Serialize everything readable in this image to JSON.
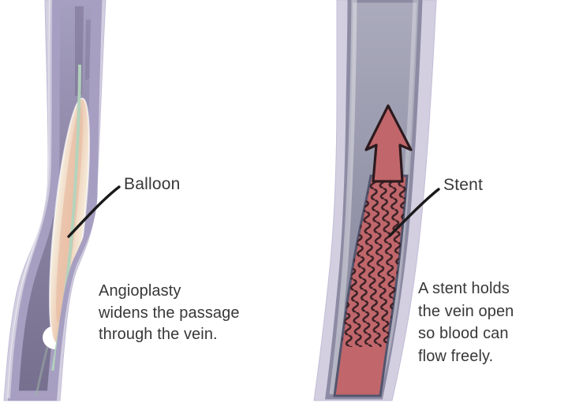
{
  "colors": {
    "background": "#ffffff",
    "vein_outer": "#d3cfe1",
    "vein_wall": "#a79fc1",
    "vein_lumen_left": "#928ba9",
    "vein_lumen_right": "#9b9caf",
    "balloon_cream": "#f4ead9",
    "balloon_peach": "#e8bfa6",
    "catheter_green": "#b2d4bd",
    "blood_red": "#c1676b",
    "stent_mesh_dark": "#3a2126",
    "arrow_outline": "#2d1a1e",
    "leader_line": "#1a1a1a",
    "text": "#383838"
  },
  "left_panel": {
    "label": "Balloon",
    "caption": "Angioplasty\nwidens the passage\nthrough the vein."
  },
  "right_panel": {
    "label": "Stent",
    "caption": "A stent holds\nthe vein open\nso blood can\nflow freely.",
    "blood_flow_direction": "up"
  }
}
